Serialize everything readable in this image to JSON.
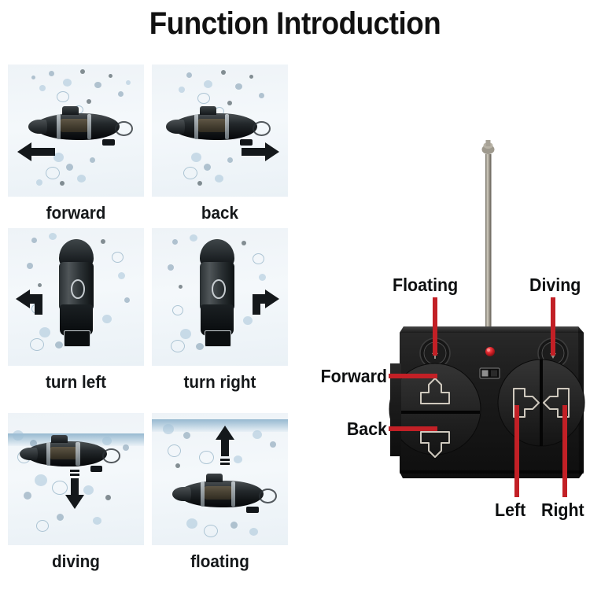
{
  "title": "Function Introduction",
  "photo_grid": {
    "cells": [
      {
        "label": "forward",
        "icon": "arrow-left-icon",
        "view": "side"
      },
      {
        "label": "back",
        "icon": "arrow-right-icon",
        "view": "side"
      },
      {
        "label": "turn left",
        "icon": "arrow-turn-left-icon",
        "view": "front"
      },
      {
        "label": "turn right",
        "icon": "arrow-turn-right-icon",
        "view": "front"
      },
      {
        "label": "diving",
        "icon": "arrow-down-icon",
        "view": "side"
      },
      {
        "label": "floating",
        "icon": "arrow-up-icon",
        "view": "side"
      }
    ]
  },
  "remote": {
    "callouts": [
      {
        "label": "Floating",
        "target": "floating-button"
      },
      {
        "label": "Diving",
        "target": "diving-button"
      },
      {
        "label": "Forward",
        "target": "forward-pad"
      },
      {
        "label": "Back",
        "target": "back-pad"
      },
      {
        "label": "Left",
        "target": "left-pad"
      },
      {
        "label": "Right",
        "target": "right-pad"
      }
    ],
    "indicator": "power-led",
    "switch": "power-switch",
    "antenna": "antenna"
  },
  "colors": {
    "callout_line": "#c22026",
    "led": "#d62027",
    "body": "#1b1b1b",
    "text": "#0d0f10",
    "photo_bg": "#eef3f7"
  }
}
